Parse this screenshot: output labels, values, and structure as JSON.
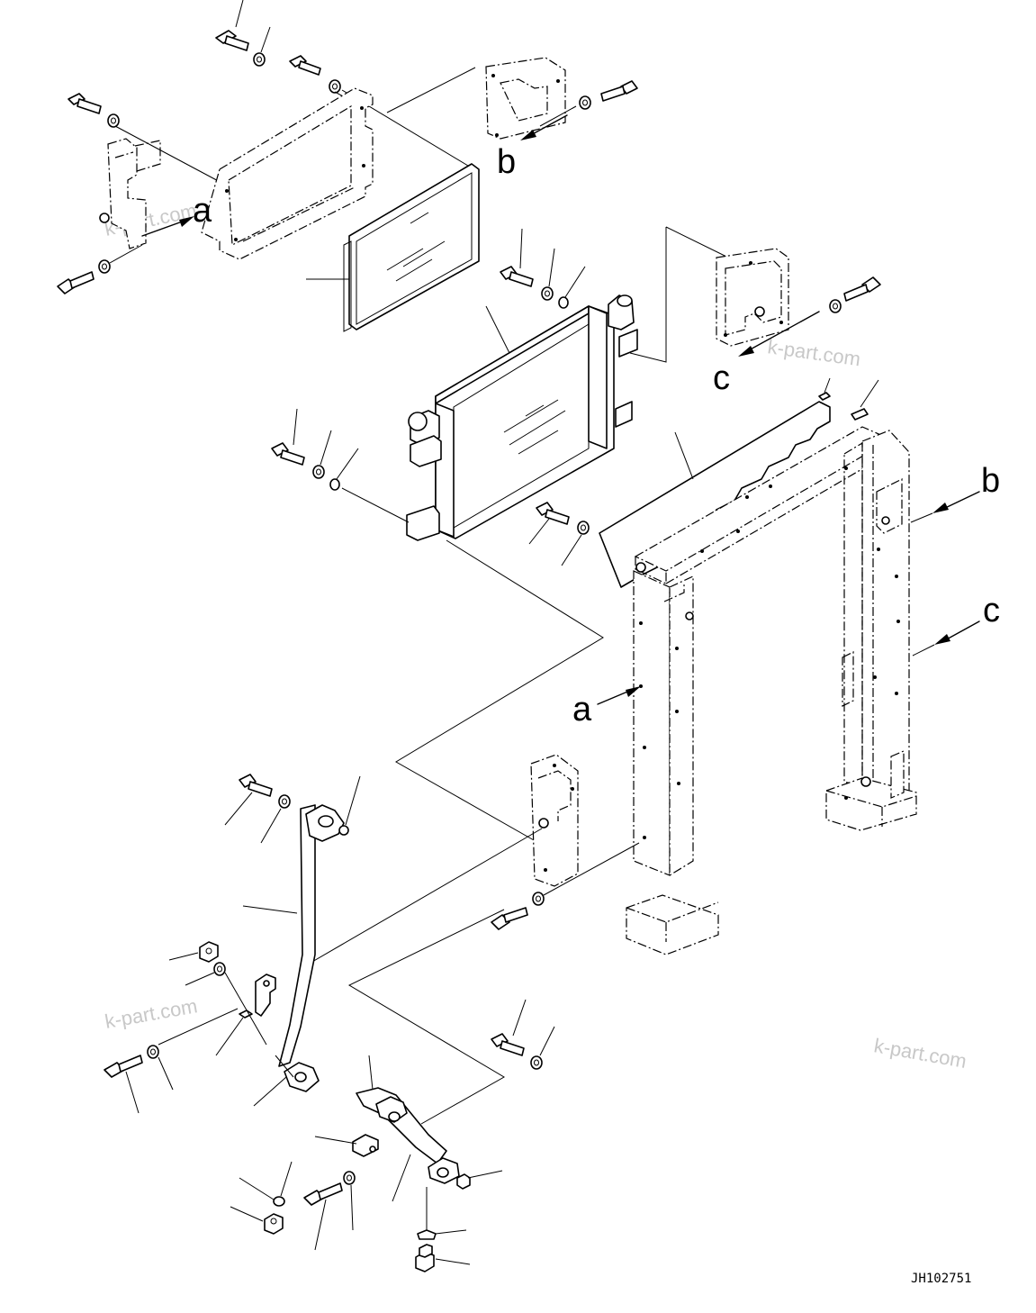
{
  "diagram": {
    "ref_letters": {
      "a": "a",
      "b": "b",
      "c": "c"
    },
    "watermark": "k-part.com",
    "drawing_code": "JH102751"
  }
}
